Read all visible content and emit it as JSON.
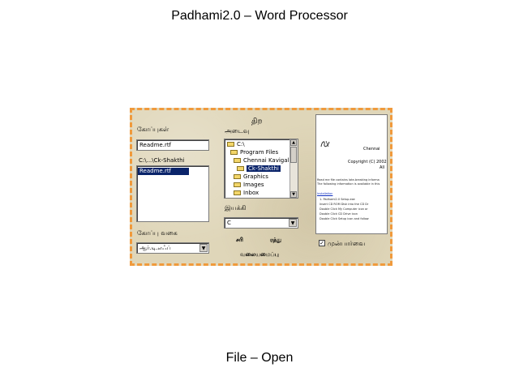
{
  "slide": {
    "title": "Padhami2.0 – Word Processor",
    "caption": "File – Open"
  },
  "dialog": {
    "title": "திற",
    "files_label": "கோப்புகள்",
    "filename_value": "Readme.rtf",
    "current_path": "C:\\...\\Ck-Shakthi",
    "file_list": [
      {
        "name": "Readme.rtf",
        "selected": true
      }
    ],
    "folders_label": "அடைவு",
    "folders": [
      {
        "name": "C:\\",
        "selected": false
      },
      {
        "name": "Program Files",
        "selected": false
      },
      {
        "name": "Chennai Kavigal",
        "selected": false
      },
      {
        "name": "Ck-Shakthi",
        "selected": true
      },
      {
        "name": "Graphics",
        "selected": false
      },
      {
        "name": "Images",
        "selected": false
      },
      {
        "name": "Inbox",
        "selected": false
      }
    ],
    "drive_label": "இயக்கி",
    "drive_value": "C",
    "filetype_label": "கோப்பு வகை",
    "filetype_value": "ஆர்.டி.எஃப்",
    "ok_label": "சரி",
    "cancel_label": "ரத்து",
    "network_label": "வலையமைப்பு",
    "preview_checkbox_label": "முன்பார்வை",
    "preview_checked": true,
    "preview": {
      "org": "Chennai",
      "copyright": "Copyright (C) 2002",
      "rights": "All",
      "line1": "Read me file contains late-breaking informa",
      "line2": "The following information is available in this",
      "heading": "Installation",
      "step1": "1. Padhami2.0 Setup.exe",
      "step2": "Insert CD ROM Disk into the CD Dr",
      "step3": "Double Click My Computer icon or",
      "step4": "Double Click CD Drive icon",
      "step5": "Double Click Setup icon and follow"
    }
  }
}
